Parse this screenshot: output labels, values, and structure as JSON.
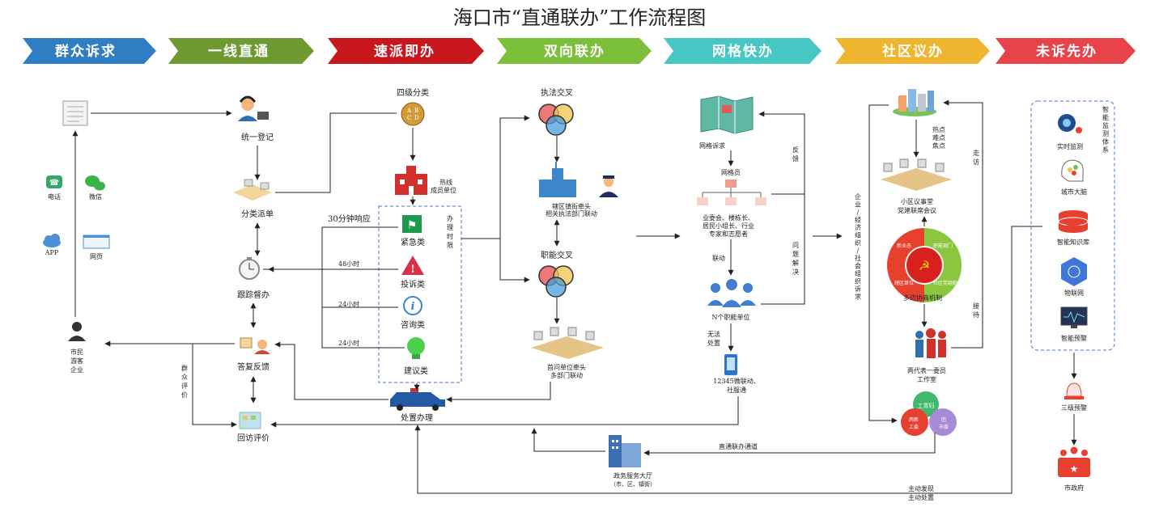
{
  "title": "海口市“直通联办”工作流程图",
  "stages": [
    {
      "label": "群众诉求",
      "color": "#2f7ec4"
    },
    {
      "label": "一线直通",
      "color": "#6f9a32"
    },
    {
      "label": "速派即办",
      "color": "#c8161d"
    },
    {
      "label": "双向联办",
      "color": "#7cbf3a"
    },
    {
      "label": "网格快办",
      "color": "#46c7c3"
    },
    {
      "label": "社区议办",
      "color": "#f0b52e"
    },
    {
      "label": "未诉先办",
      "color": "#e8424a"
    }
  ],
  "col1": {
    "phone": "电话",
    "wechat": "微信",
    "app": "APP",
    "web": "网页",
    "citizen": [
      "市民",
      "游客",
      "企业"
    ]
  },
  "col2": {
    "register": "统一登记",
    "dispatch": "分类派单",
    "supervise": "跟踪督办",
    "reply": "答复反馈",
    "revisit": "回访评价",
    "eval_vertical": [
      "群",
      "众",
      "评",
      "价"
    ]
  },
  "col3": {
    "four_level": "四级分类",
    "hotline": [
      "热线",
      "成员单位"
    ],
    "deadline_vertical": [
      "办",
      "理",
      "时",
      "限"
    ],
    "urgent": "紧急类",
    "complaint": "投诉类",
    "consult": "咨询类",
    "suggest": "建议类",
    "t30": "30分钟响应",
    "t48": "48小时",
    "t24a": "24小时",
    "t24b": "24小时",
    "handle": "处置办理"
  },
  "col4": {
    "law_cross": "执法交叉",
    "law_note": [
      "辖区镇街牵头",
      "相关执法部门联动"
    ],
    "func_cross": "职能交叉",
    "func_note": [
      "首问单位牵头",
      "多部门联动"
    ]
  },
  "col5": {
    "grid_appeal": "网格诉求",
    "feedback_vertical": [
      "反",
      "馈"
    ],
    "grid_member": "网格员",
    "org_note": [
      "业委会、楼栋长、",
      "居民小组长、行业",
      "专家和志愿者"
    ],
    "linkage": "联动",
    "problem_vertical": [
      "问",
      "题",
      "解",
      "决"
    ],
    "units": "N个职能单位",
    "cannot": [
      "无法",
      "处置"
    ],
    "app_link": [
      "12345微联动、",
      "社服通"
    ]
  },
  "col6": {
    "left_vertical": [
      "企",
      "业",
      "/",
      "经",
      "济",
      "组",
      "织",
      "/",
      "社",
      "会",
      "组",
      "织",
      "诉",
      "求"
    ],
    "hot": [
      "热点",
      "难点",
      "焦点"
    ],
    "visit_vertical": [
      "走",
      "访"
    ],
    "meeting": [
      "小区议事堂",
      "党建联席会议"
    ],
    "party_segments": [
      "职能部门",
      "社区党组织",
      "辖区单位",
      "新业态"
    ],
    "mechanism": "多边协商机制",
    "receive_vertical": [
      "接",
      "待"
    ],
    "studio": [
      "两代表一委员",
      "工作室"
    ],
    "circles": {
      "top": "工青妇",
      "left": [
        "两新",
        "工委"
      ],
      "right": [
        "团",
        "市委"
      ]
    }
  },
  "col7": {
    "system_vertical": [
      "智",
      "能",
      "监",
      "测",
      "体",
      "系"
    ],
    "monitor": "实时监测",
    "brain": "城市大脑",
    "knowledge": "智能知识库",
    "iot": "物联网",
    "warning": "智能预警",
    "level3": "三级预警",
    "gov": "市政府"
  },
  "bottom": {
    "hall": "政务服务大厅",
    "hall_sub": "（市、区、镇街）",
    "channel": "直通联办通道",
    "active": [
      "主动发现",
      "主动处置"
    ]
  }
}
